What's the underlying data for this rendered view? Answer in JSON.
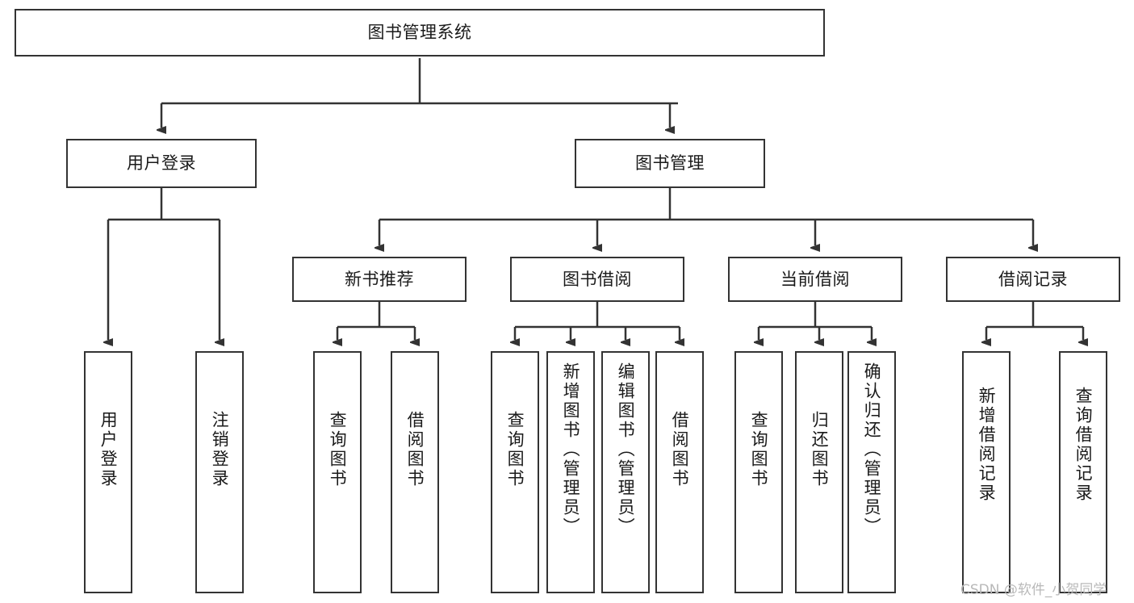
{
  "diagram": {
    "title": "图书管理系统",
    "watermark": "CSDN @软件_小贺同学",
    "colors": {
      "stroke": "#333333",
      "fill": "#ffffff",
      "text": "#1a1a1a",
      "watermark": "#b9b9b9"
    },
    "nodes": {
      "root": {
        "label": "图书管理系统"
      },
      "level1": [
        {
          "id": "user-login",
          "label": "用户登录"
        },
        {
          "id": "book-manage",
          "label": "图书管理"
        }
      ],
      "level2": [
        {
          "id": "new-book-recommend",
          "label": "新书推荐"
        },
        {
          "id": "book-borrow",
          "label": "图书借阅"
        },
        {
          "id": "current-borrow",
          "label": "当前借阅"
        },
        {
          "id": "borrow-record",
          "label": "借阅记录"
        }
      ],
      "leaves": {
        "user_login": [
          {
            "id": "leaf-user-login",
            "label": "用户登录"
          },
          {
            "id": "leaf-logout-login",
            "label": "注销登录"
          }
        ],
        "new_book_recommend": [
          {
            "id": "leaf-query-book-1",
            "label": "查询图书"
          },
          {
            "id": "leaf-borrow-book-1",
            "label": "借阅图书"
          }
        ],
        "book_borrow": [
          {
            "id": "leaf-query-book-2",
            "label": "查询图书"
          },
          {
            "id": "leaf-add-book",
            "label": "新增图书（管理员）"
          },
          {
            "id": "leaf-edit-book",
            "label": "编辑图书（管理员）"
          },
          {
            "id": "leaf-borrow-book-2",
            "label": "借阅图书"
          }
        ],
        "current_borrow": [
          {
            "id": "leaf-query-book-3",
            "label": "查询图书"
          },
          {
            "id": "leaf-return-book",
            "label": "归还图书"
          },
          {
            "id": "leaf-confirm-return",
            "label": "确认归还（管理员）"
          }
        ],
        "borrow_record": [
          {
            "id": "leaf-add-record",
            "label": "新增借阅记录"
          },
          {
            "id": "leaf-query-record",
            "label": "查询借阅记录"
          }
        ]
      }
    }
  }
}
